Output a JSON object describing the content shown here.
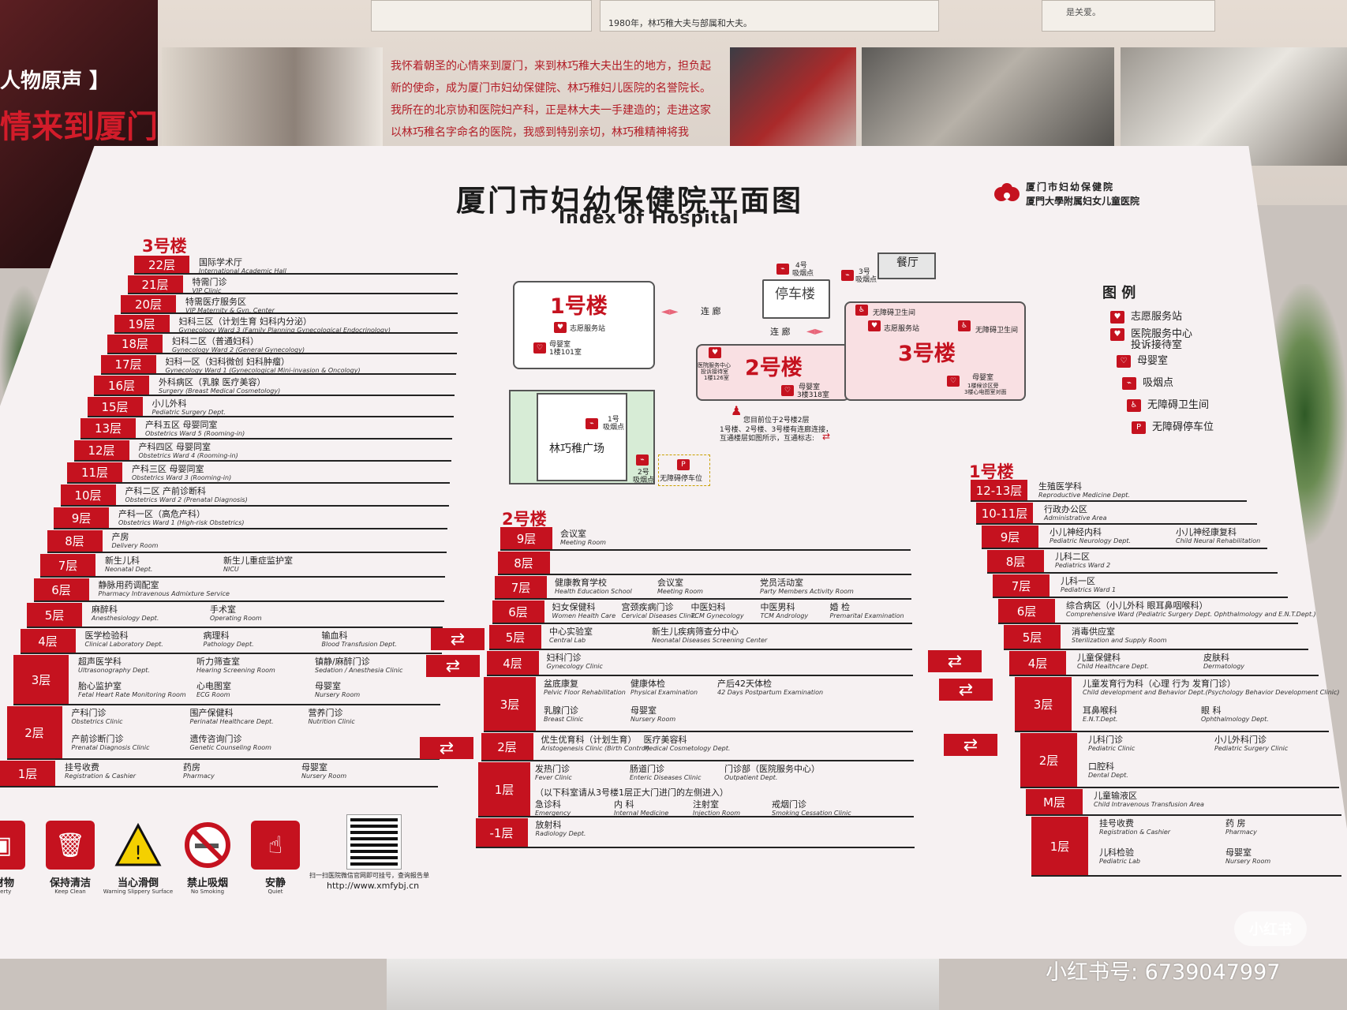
{
  "background": {
    "poster_line1": "人物原声 】",
    "poster_line2": "情来到厦门",
    "quote": "我怀着朝圣的心情来到厦门，来到林巧稚大夫出生的地方，担负起新的使命，成为厦门市妇幼保健院、林巧稚妇儿医院的名誉院长。我所在的北京协和医院妇产科，正是林大夫一手建造的；走进这家以林巧稚名字命名的医院，我感到特别亲切，林巧稚精神将我",
    "caption": "1980年，林巧稚大夫与部属和大夫。",
    "caption2": "是关爱。"
  },
  "header": {
    "title_cn": "厦门市妇幼保健院平面图",
    "title_en": "Index of Hospital",
    "logo_line1": "厦门市妇幼保健院",
    "logo_line2": "厦門大學附属妇女儿童医院"
  },
  "building3": {
    "name": "3号楼",
    "floors": [
      {
        "floor": "22层",
        "items": [
          {
            "cn": "国际学术厅",
            "en": "International Academic Hall"
          }
        ]
      },
      {
        "floor": "21层",
        "items": [
          {
            "cn": "特需门诊",
            "en": "VIP Clinic"
          }
        ]
      },
      {
        "floor": "20层",
        "items": [
          {
            "cn": "特需医疗服务区",
            "en": "VIP Maternity & Gyn. Center"
          }
        ]
      },
      {
        "floor": "19层",
        "items": [
          {
            "cn": "妇科三区（计划生育 妇科内分泌）",
            "en": "Gynecology Ward 3 (Family Planning  Gynecological Endocrinology)"
          }
        ]
      },
      {
        "floor": "18层",
        "items": [
          {
            "cn": "妇科二区（普通妇科）",
            "en": "Gynecology Ward 2 (General Gynecology)"
          }
        ]
      },
      {
        "floor": "17层",
        "items": [
          {
            "cn": "妇科一区（妇科微创 妇科肿瘤）",
            "en": "Gynecology Ward 1 (Gynecological Mini-invasion & Oncology)"
          }
        ]
      },
      {
        "floor": "16层",
        "items": [
          {
            "cn": "外科病区（乳腺 医疗美容）",
            "en": "Surgery (Breast  Medical Cosmetology)"
          }
        ]
      },
      {
        "floor": "15层",
        "items": [
          {
            "cn": "小儿外科",
            "en": "Pediatric Surgery Dept."
          }
        ]
      },
      {
        "floor": "13层",
        "items": [
          {
            "cn": "产科五区 母婴同室",
            "en": "Obstetrics Ward 5 (Rooming-in)"
          }
        ]
      },
      {
        "floor": "12层",
        "items": [
          {
            "cn": "产科四区 母婴同室",
            "en": "Obstetrics Ward 4 (Rooming-in)"
          }
        ]
      },
      {
        "floor": "11层",
        "items": [
          {
            "cn": "产科三区 母婴同室",
            "en": "Obstetrics Ward 3 (Rooming-in)"
          }
        ]
      },
      {
        "floor": "10层",
        "items": [
          {
            "cn": "产科二区 产前诊断科",
            "en": "Obstetrics Ward 2 (Prenatal Diagnosis)"
          }
        ]
      },
      {
        "floor": "9层",
        "items": [
          {
            "cn": "产科一区（高危产科）",
            "en": "Obstetrics Ward 1 (High-risk Obstetrics)"
          }
        ]
      },
      {
        "floor": "8层",
        "items": [
          {
            "cn": "产房",
            "en": "Delivery Room"
          }
        ]
      },
      {
        "floor": "7层",
        "items": [
          {
            "cn": "新生儿科",
            "en": "Neonatal Dept."
          },
          {
            "cn": "新生儿重症监护室",
            "en": "NICU"
          }
        ]
      },
      {
        "floor": "6层",
        "items": [
          {
            "cn": "静脉用药调配室",
            "en": "Pharmacy Intravenous Admixture Service"
          }
        ]
      },
      {
        "floor": "5层",
        "items": [
          {
            "cn": "麻醉科",
            "en": "Anesthesiology Dept."
          },
          {
            "cn": "手术室",
            "en": "Operating Room"
          }
        ]
      },
      {
        "floor": "4层",
        "items": [
          {
            "cn": "医学检验科",
            "en": "Clinical Laboratory Dept."
          },
          {
            "cn": "病理科",
            "en": "Pathology Dept."
          },
          {
            "cn": "输血科",
            "en": "Blood Transfusion Dept."
          }
        ]
      },
      {
        "floor": "3层",
        "items": [
          {
            "cn": "超声医学科",
            "en": "Ultrasonography Dept."
          },
          {
            "cn": "听力筛查室",
            "en": "Hearing Screening Room"
          },
          {
            "cn": "镇静/麻醉门诊",
            "en": "Sedation / Anesthesia Clinic"
          },
          {
            "cn": "胎心监护室",
            "en": "Fetal Heart Rate Monitoring Room"
          },
          {
            "cn": "心电图室",
            "en": "ECG Room"
          },
          {
            "cn": "母婴室",
            "en": "Nursery Room"
          }
        ]
      },
      {
        "floor": "2层",
        "items": [
          {
            "cn": "产科门诊",
            "en": "Obstetrics Clinic"
          },
          {
            "cn": "围产保健科",
            "en": "Perinatal Healthcare Dept."
          },
          {
            "cn": "营养门诊",
            "en": "Nutrition Clinic"
          },
          {
            "cn": "产前诊断门诊",
            "en": "Prenatal Diagnosis Clinic"
          },
          {
            "cn": "遗传咨询门诊",
            "en": "Genetic Counseling Room"
          }
        ]
      },
      {
        "floor": "1层",
        "items": [
          {
            "cn": "挂号收费",
            "en": "Registration & Cashier"
          },
          {
            "cn": "药房",
            "en": "Pharmacy"
          },
          {
            "cn": "母婴室",
            "en": "Nursery Room"
          }
        ]
      }
    ]
  },
  "building2": {
    "name": "2号楼",
    "floors": [
      {
        "floor": "9层",
        "items": [
          {
            "cn": "会议室",
            "en": "Meeting Room"
          }
        ]
      },
      {
        "floor": "8层",
        "items": []
      },
      {
        "floor": "7层",
        "items": [
          {
            "cn": "健康教育学校",
            "en": "Health Education School"
          },
          {
            "cn": "会议室",
            "en": "Meeting Room"
          },
          {
            "cn": "党员活动室",
            "en": "Party Members Activity Room"
          }
        ]
      },
      {
        "floor": "6层",
        "items": [
          {
            "cn": "妇女保健科",
            "en": "Women Health Care"
          },
          {
            "cn": "宫颈疾病门诊",
            "en": "Cervical Diseases Clinic"
          },
          {
            "cn": "中医妇科",
            "en": "TCM Gynecology"
          },
          {
            "cn": "中医男科",
            "en": "TCM Andrology"
          },
          {
            "cn": "婚 检",
            "en": "Premarital Examination"
          }
        ]
      },
      {
        "floor": "5层",
        "items": [
          {
            "cn": "中心实验室",
            "en": "Central Lab"
          },
          {
            "cn": "新生儿疾病筛查分中心",
            "en": "Neonatal Diseases Screening Center"
          }
        ]
      },
      {
        "floor": "4层",
        "items": [
          {
            "cn": "妇科门诊",
            "en": "Gynecology Clinic"
          }
        ]
      },
      {
        "floor": "3层",
        "items": [
          {
            "cn": "盆底康复",
            "en": "Pelvic Floor Rehabilitation"
          },
          {
            "cn": "健康体检",
            "en": "Physical Examination"
          },
          {
            "cn": "产后42天体检",
            "en": "42 Days Postpartum Examination"
          },
          {
            "cn": "乳腺门诊",
            "en": "Breast Clinic"
          },
          {
            "cn": "母婴室",
            "en": "Nursery Room"
          }
        ]
      },
      {
        "floor": "2层",
        "items": [
          {
            "cn": "优生优育科（计划生育）",
            "en": "Aristogenesis Clinic (Birth Control)"
          },
          {
            "cn": "医疗美容科",
            "en": "Medical Cosmetology Dept."
          }
        ]
      },
      {
        "floor": "1层",
        "items": [
          {
            "cn": "发热门诊",
            "en": "Fever Clinic"
          },
          {
            "cn": "肠道门诊",
            "en": "Enteric Diseases Clinic"
          },
          {
            "cn": "门诊部（医院服务中心）",
            "en": "Outpatient Dept."
          },
          {
            "cn": "（以下科室请从3号楼1层正大门进门的左侧进入）",
            "en": ""
          },
          {
            "cn": "急诊科",
            "en": "Emergency"
          },
          {
            "cn": "内 科",
            "en": "Internal Medicine"
          },
          {
            "cn": "注射室",
            "en": "Injection Room"
          },
          {
            "cn": "戒烟门诊",
            "en": "Smoking Cessation Clinic"
          }
        ]
      },
      {
        "floor": "-1层",
        "items": [
          {
            "cn": "放射科",
            "en": "Radiology Dept."
          }
        ]
      }
    ]
  },
  "building1": {
    "name": "1号楼",
    "floors": [
      {
        "floor": "12-13层",
        "items": [
          {
            "cn": "生殖医学科",
            "en": "Reproductive Medicine Dept."
          }
        ]
      },
      {
        "floor": "10-11层",
        "items": [
          {
            "cn": "行政办公区",
            "en": "Administrative Area"
          }
        ]
      },
      {
        "floor": "9层",
        "items": [
          {
            "cn": "小儿神经内科",
            "en": "Pediatric Neurology Dept."
          },
          {
            "cn": "小儿神经康复科",
            "en": "Child Neural Rehabilitation"
          }
        ]
      },
      {
        "floor": "8层",
        "items": [
          {
            "cn": "儿科二区",
            "en": "Pediatrics Ward 2"
          }
        ]
      },
      {
        "floor": "7层",
        "items": [
          {
            "cn": "儿科一区",
            "en": "Pediatrics Ward 1"
          }
        ]
      },
      {
        "floor": "6层",
        "items": [
          {
            "cn": "综合病区（小儿外科 眼耳鼻咽喉科）",
            "en": "Comprehensive Ward (Pediatric Surgery Dept. Ophthalmology and E.N.T.Dept.)"
          }
        ]
      },
      {
        "floor": "5层",
        "items": [
          {
            "cn": "消毒供应室",
            "en": "Sterilization and Supply Room"
          }
        ]
      },
      {
        "floor": "4层",
        "items": [
          {
            "cn": "儿童保健科",
            "en": "Child Healthcare Dept."
          },
          {
            "cn": "皮肤科",
            "en": "Dermatology"
          }
        ]
      },
      {
        "floor": "3层",
        "items": [
          {
            "cn": "儿童发育行为科（心理 行为 发育门诊）",
            "en": "Child development and Behavior Dept.(Psychology Behavior Development Clinic)"
          },
          {
            "cn": "耳鼻喉科",
            "en": "E.N.T.Dept."
          },
          {
            "cn": "眼 科",
            "en": "Ophthalmology Dept."
          }
        ]
      },
      {
        "floor": "2层",
        "items": [
          {
            "cn": "儿科门诊",
            "en": "Pediatric Clinic"
          },
          {
            "cn": "小儿外科门诊",
            "en": "Pediatric Surgery Clinic"
          },
          {
            "cn": "口腔科",
            "en": "Dental Dept."
          }
        ]
      },
      {
        "floor": "M层",
        "items": [
          {
            "cn": "儿童输液区",
            "en": "Child Intravenous Transfusion Area"
          }
        ]
      },
      {
        "floor": "1层",
        "items": [
          {
            "cn": "挂号收费",
            "en": "Registration & Cashier"
          },
          {
            "cn": "药 房",
            "en": "Pharmacy"
          },
          {
            "cn": "儿科检验",
            "en": "Pediatric Lab"
          },
          {
            "cn": "母婴室",
            "en": "Nursery Room"
          }
        ]
      }
    ]
  },
  "plan": {
    "b1": "1号楼",
    "b2": "2号楼",
    "b3": "3号楼",
    "parking": "停车楼",
    "canteen": "餐厅",
    "plaza": "林巧稚广场",
    "corridor1": "连 廊",
    "corridor2": "连 廊",
    "volunteer1": "志愿服务站",
    "nursery1": "母婴室",
    "nursery1_loc": "1楼101室",
    "service": "医院服务中心",
    "service2": "投诉接待室",
    "service_loc": "1楼126室",
    "nursery2": "母婴室",
    "nursery2_loc": "3楼318室",
    "barrier_toilet_a": "无障碍卫生间",
    "barrier_toilet_b": "无障碍卫生间",
    "volunteer3": "志愿服务站",
    "nursery3": "母婴室",
    "nursery3_loc1": "1楼候诊区旁",
    "nursery3_loc2": "3楼心电图室对面",
    "smoke4": "4号",
    "smoke4b": "吸烟点",
    "smoke3": "3号",
    "smoke3b": "吸烟点",
    "smoke1": "1号",
    "smoke1b": "吸烟点",
    "smoke2": "2号",
    "smoke2b": "吸烟点",
    "barrier_parking": "无障碍停车位",
    "you_are_here": "您目前位于2号楼2层",
    "connect_note1": "1号楼、2号楼、3号楼有连廊连接，",
    "connect_note2": "互通楼层如图所示，互通标志:"
  },
  "legend": {
    "title": "图 例",
    "items": [
      {
        "label": "志愿服务站",
        "icon": "heart-icon"
      },
      {
        "label": "医院服务中心",
        "label2": "投诉接待室",
        "icon": "service-icon"
      },
      {
        "label": "母婴室",
        "icon": "nursery-icon"
      },
      {
        "label": "吸烟点",
        "icon": "smoking-icon"
      },
      {
        "label": "无障碍卫生间",
        "icon": "wheelchair-icon"
      },
      {
        "label": "无障碍停车位",
        "icon": "parking-icon"
      }
    ]
  },
  "notices": [
    {
      "cn": "财物",
      "en": "perty",
      "icon": "bag-icon"
    },
    {
      "cn": "保持清洁",
      "en": "Keep Clean",
      "icon": "trash-icon"
    },
    {
      "cn": "当心滑倒",
      "en": "Warning Slippery Surface",
      "icon": "slip-icon"
    },
    {
      "cn": "禁止吸烟",
      "en": "No Smoking",
      "icon": "no-smoking-icon"
    },
    {
      "cn": "安静",
      "en": "Quiet",
      "icon": "quiet-icon"
    }
  ],
  "qr": {
    "caption": "扫一扫医院微信官网即可挂号，查询报告单",
    "url": "http://www.xmfybj.cn"
  },
  "watermark": {
    "app": "小红书",
    "id": "小红书号: 6739047997"
  },
  "colors": {
    "accent": "#c5121f",
    "board": "#f6f1f2",
    "plaza": "#d7ecd6"
  }
}
